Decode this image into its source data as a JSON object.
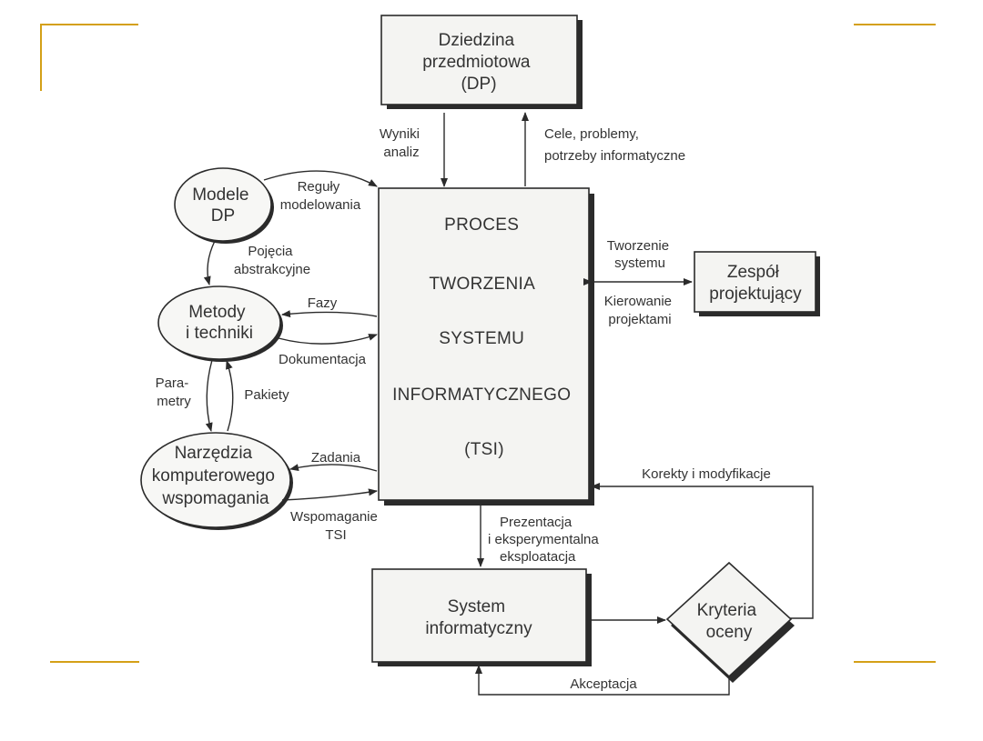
{
  "colors": {
    "frame_accent": "#D4A017",
    "line": "#2b2b2b",
    "box_fill": "#f4f4f2",
    "ellipse_fill": "#f7f7f5",
    "text": "#333333"
  },
  "nodes": {
    "domain": [
      "Dziedzina",
      "przedmiotowa",
      "(DP)"
    ],
    "process": [
      "PROCES",
      "TWORZENIA",
      "SYSTEMU",
      "INFORMATYCZNEGO",
      "(TSI)"
    ],
    "team": [
      "Zespół",
      "projektujący"
    ],
    "models": [
      "Modele",
      "DP"
    ],
    "methods": [
      "Metody",
      "i techniki"
    ],
    "tools": [
      "Narzędzia",
      "komputerowego",
      "wspomagania"
    ],
    "system": [
      "System",
      "informatyczny"
    ],
    "criteria": [
      "Kryteria",
      "oceny"
    ]
  },
  "edges": {
    "wyniki_analiz": [
      "Wyniki",
      "analiz"
    ],
    "cele": [
      "Cele, problemy,",
      "potrzeby informatyczne"
    ],
    "reguly": [
      "Reguły",
      "modelowania"
    ],
    "pojecia": [
      "Pojęcia",
      "abstrakcyjne"
    ],
    "tworzenie": [
      "Tworzenie",
      "systemu"
    ],
    "kierowanie": [
      "Kierowanie",
      "projektami"
    ],
    "fazy": "Fazy",
    "dokumentacja": "Dokumentacja",
    "parametry": [
      "Para-",
      "metry"
    ],
    "pakiety": "Pakiety",
    "zadania": "Zadania",
    "wspomaganie": [
      "Wspomaganie",
      "TSI"
    ],
    "korekty": "Korekty i modyfikacje",
    "prezentacja": [
      "Prezentacja",
      "i eksperymentalna",
      "eksploatacja"
    ],
    "akceptacja": "Akceptacja"
  }
}
